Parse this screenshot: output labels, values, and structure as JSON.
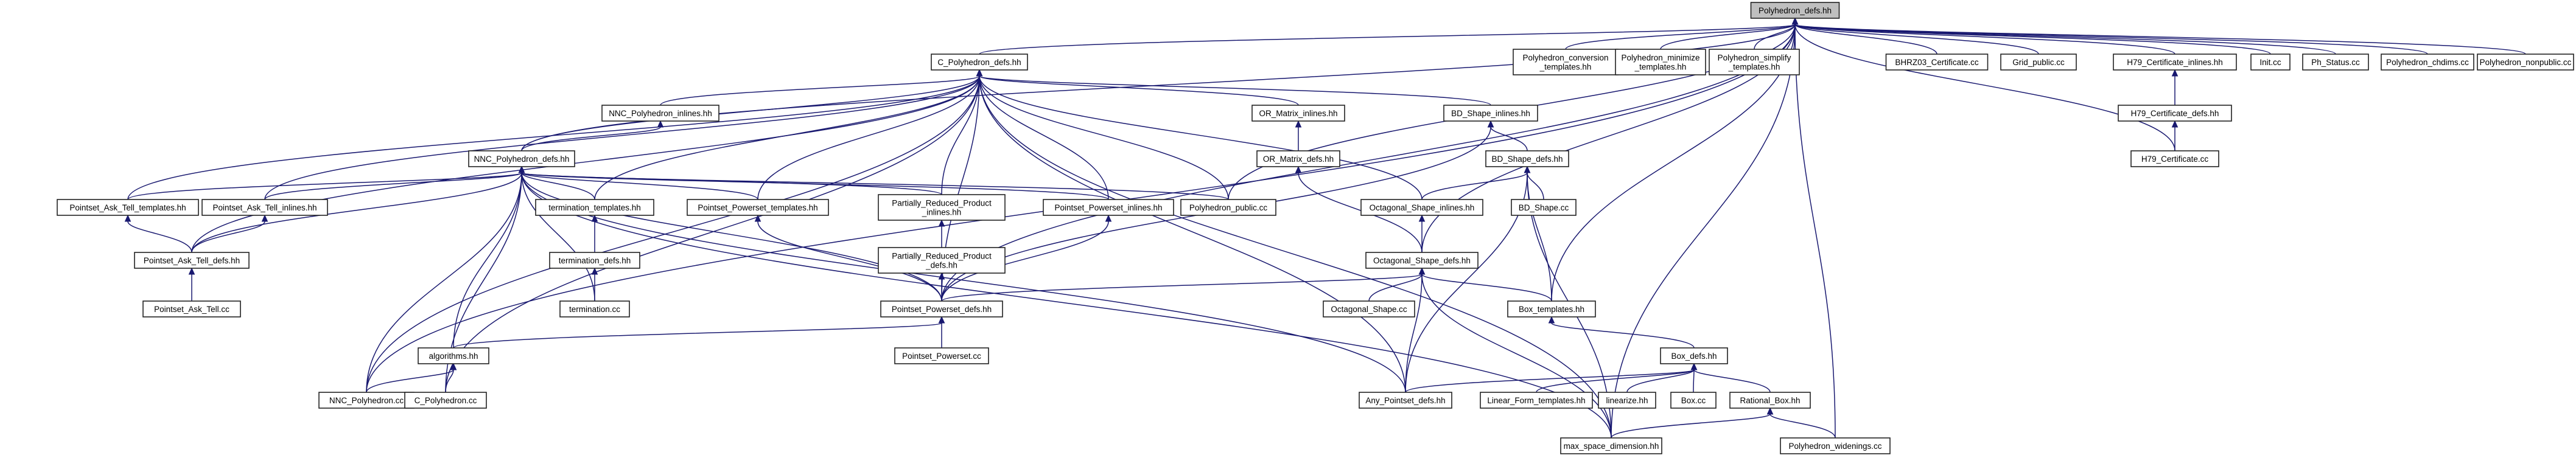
{
  "diagram": {
    "nodes": [
      {
        "id": "n_polyhedron_defs",
        "label": [
          "Polyhedron_defs.hh"
        ],
        "focus": true
      },
      {
        "id": "n_c_polyhedron_defs",
        "label": [
          "C_Polyhedron_defs.hh"
        ]
      },
      {
        "id": "n_poly_conversion",
        "label": [
          "Polyhedron_conversion",
          "_templates.hh"
        ]
      },
      {
        "id": "n_poly_minimize",
        "label": [
          "Polyhedron_minimize",
          "_templates.hh"
        ]
      },
      {
        "id": "n_poly_simplify",
        "label": [
          "Polyhedron_simplify",
          "_templates.hh"
        ]
      },
      {
        "id": "n_bhrz03",
        "label": [
          "BHRZ03_Certificate.cc"
        ]
      },
      {
        "id": "n_grid_public",
        "label": [
          "Grid_public.cc"
        ]
      },
      {
        "id": "n_h79_inlines",
        "label": [
          "H79_Certificate_inlines.hh"
        ]
      },
      {
        "id": "n_init",
        "label": [
          "Init.cc"
        ]
      },
      {
        "id": "n_ph_status",
        "label": [
          "Ph_Status.cc"
        ]
      },
      {
        "id": "n_poly_chdims",
        "label": [
          "Polyhedron_chdims.cc"
        ]
      },
      {
        "id": "n_poly_nonpublic",
        "label": [
          "Polyhedron_nonpublic.cc"
        ]
      },
      {
        "id": "n_nnc_poly_inlines",
        "label": [
          "NNC_Polyhedron_inlines.hh"
        ]
      },
      {
        "id": "n_or_matrix_inlines",
        "label": [
          "OR_Matrix_inlines.hh"
        ]
      },
      {
        "id": "n_bd_shape_inlines",
        "label": [
          "BD_Shape_inlines.hh"
        ]
      },
      {
        "id": "n_h79_defs",
        "label": [
          "H79_Certificate_defs.hh"
        ]
      },
      {
        "id": "n_nnc_poly_defs",
        "label": [
          "NNC_Polyhedron_defs.hh"
        ]
      },
      {
        "id": "n_or_matrix_defs",
        "label": [
          "OR_Matrix_defs.hh"
        ]
      },
      {
        "id": "n_bd_shape_defs",
        "label": [
          "BD_Shape_defs.hh"
        ]
      },
      {
        "id": "n_h79_cert",
        "label": [
          "H79_Certificate.cc"
        ]
      },
      {
        "id": "n_pat_templates",
        "label": [
          "Pointset_Ask_Tell_templates.hh"
        ]
      },
      {
        "id": "n_pat_inlines",
        "label": [
          "Pointset_Ask_Tell_inlines.hh"
        ]
      },
      {
        "id": "n_term_templates",
        "label": [
          "termination_templates.hh"
        ]
      },
      {
        "id": "n_pp_templates",
        "label": [
          "Pointset_Powerset_templates.hh"
        ]
      },
      {
        "id": "n_prp_inlines",
        "label": [
          "Partially_Reduced_Product",
          "_inlines.hh"
        ]
      },
      {
        "id": "n_pp_inlines",
        "label": [
          "Pointset_Powerset_inlines.hh"
        ]
      },
      {
        "id": "n_poly_public",
        "label": [
          "Polyhedron_public.cc"
        ]
      },
      {
        "id": "n_oct_inlines",
        "label": [
          "Octagonal_Shape_inlines.hh"
        ]
      },
      {
        "id": "n_bd_shape_cc",
        "label": [
          "BD_Shape.cc"
        ]
      },
      {
        "id": "n_pat_defs",
        "label": [
          "Pointset_Ask_Tell_defs.hh"
        ]
      },
      {
        "id": "n_term_defs",
        "label": [
          "termination_defs.hh"
        ]
      },
      {
        "id": "n_prp_defs",
        "label": [
          "Partially_Reduced_Product",
          "_defs.hh"
        ]
      },
      {
        "id": "n_oct_defs",
        "label": [
          "Octagonal_Shape_defs.hh"
        ]
      },
      {
        "id": "n_pat_cc",
        "label": [
          "Pointset_Ask_Tell.cc"
        ]
      },
      {
        "id": "n_termination_cc",
        "label": [
          "termination.cc"
        ]
      },
      {
        "id": "n_pp_defs",
        "label": [
          "Pointset_Powerset_defs.hh"
        ]
      },
      {
        "id": "n_oct_cc",
        "label": [
          "Octagonal_Shape.cc"
        ]
      },
      {
        "id": "n_box_templates",
        "label": [
          "Box_templates.hh"
        ]
      },
      {
        "id": "n_algorithms",
        "label": [
          "algorithms.hh"
        ]
      },
      {
        "id": "n_pp_cc",
        "label": [
          "Pointset_Powerset.cc"
        ]
      },
      {
        "id": "n_box_defs",
        "label": [
          "Box_defs.hh"
        ]
      },
      {
        "id": "n_nnc_poly_cc",
        "label": [
          "NNC_Polyhedron.cc"
        ]
      },
      {
        "id": "n_c_poly_cc",
        "label": [
          "C_Polyhedron.cc"
        ]
      },
      {
        "id": "n_any_pointset",
        "label": [
          "Any_Pointset_defs.hh"
        ]
      },
      {
        "id": "n_linear_form",
        "label": [
          "Linear_Form_templates.hh"
        ]
      },
      {
        "id": "n_linearize",
        "label": [
          "linearize.hh"
        ]
      },
      {
        "id": "n_box_cc",
        "label": [
          "Box.cc"
        ]
      },
      {
        "id": "n_rational_box",
        "label": [
          "Rational_Box.hh"
        ]
      },
      {
        "id": "n_max_space",
        "label": [
          "max_space_dimension.hh"
        ]
      },
      {
        "id": "n_poly_widenings",
        "label": [
          "Polyhedron_widenings.cc"
        ]
      }
    ],
    "edges": [
      [
        "n_c_polyhedron_defs",
        "n_polyhedron_defs"
      ],
      [
        "n_poly_conversion",
        "n_polyhedron_defs"
      ],
      [
        "n_poly_minimize",
        "n_polyhedron_defs"
      ],
      [
        "n_poly_simplify",
        "n_polyhedron_defs"
      ],
      [
        "n_bhrz03",
        "n_polyhedron_defs"
      ],
      [
        "n_grid_public",
        "n_polyhedron_defs"
      ],
      [
        "n_h79_inlines",
        "n_polyhedron_defs"
      ],
      [
        "n_init",
        "n_polyhedron_defs"
      ],
      [
        "n_ph_status",
        "n_polyhedron_defs"
      ],
      [
        "n_poly_chdims",
        "n_polyhedron_defs"
      ],
      [
        "n_poly_nonpublic",
        "n_polyhedron_defs"
      ],
      [
        "n_nnc_poly_defs",
        "n_polyhedron_defs"
      ],
      [
        "n_h79_cert",
        "n_polyhedron_defs"
      ],
      [
        "n_box_templates",
        "n_polyhedron_defs"
      ],
      [
        "n_pp_defs",
        "n_polyhedron_defs"
      ],
      [
        "n_oct_defs",
        "n_polyhedron_defs"
      ],
      [
        "n_poly_public",
        "n_polyhedron_defs"
      ],
      [
        "n_max_space",
        "n_polyhedron_defs"
      ],
      [
        "n_poly_widenings",
        "n_polyhedron_defs"
      ],
      [
        "n_nnc_poly_cc",
        "n_polyhedron_defs"
      ],
      [
        "n_nnc_poly_inlines",
        "n_c_polyhedron_defs"
      ],
      [
        "n_or_matrix_inlines",
        "n_c_polyhedron_defs"
      ],
      [
        "n_bd_shape_inlines",
        "n_c_polyhedron_defs"
      ],
      [
        "n_nnc_poly_defs",
        "n_c_polyhedron_defs"
      ],
      [
        "n_pat_templates",
        "n_c_polyhedron_defs"
      ],
      [
        "n_pat_inlines",
        "n_c_polyhedron_defs"
      ],
      [
        "n_pat_defs",
        "n_c_polyhedron_defs"
      ],
      [
        "n_term_templates",
        "n_c_polyhedron_defs"
      ],
      [
        "n_pp_templates",
        "n_c_polyhedron_defs"
      ],
      [
        "n_prp_inlines",
        "n_c_polyhedron_defs"
      ],
      [
        "n_pp_inlines",
        "n_c_polyhedron_defs"
      ],
      [
        "n_poly_public",
        "n_c_polyhedron_defs"
      ],
      [
        "n_oct_inlines",
        "n_c_polyhedron_defs"
      ],
      [
        "n_pp_defs",
        "n_c_polyhedron_defs"
      ],
      [
        "n_c_poly_cc",
        "n_c_polyhedron_defs"
      ],
      [
        "n_any_pointset",
        "n_c_polyhedron_defs"
      ],
      [
        "n_max_space",
        "n_c_polyhedron_defs"
      ],
      [
        "n_nnc_poly_cc",
        "n_c_polyhedron_defs"
      ],
      [
        "n_nnc_poly_defs",
        "n_nnc_poly_inlines"
      ],
      [
        "n_or_matrix_defs",
        "n_or_matrix_inlines"
      ],
      [
        "n_bd_shape_defs",
        "n_bd_shape_inlines"
      ],
      [
        "n_pp_defs",
        "n_bd_shape_inlines"
      ],
      [
        "n_h79_defs",
        "n_h79_inlines"
      ],
      [
        "n_h79_cert",
        "n_h79_defs"
      ],
      [
        "n_oct_defs",
        "n_or_matrix_defs"
      ],
      [
        "n_oct_inlines",
        "n_bd_shape_defs"
      ],
      [
        "n_bd_shape_cc",
        "n_bd_shape_defs"
      ],
      [
        "n_box_templates",
        "n_bd_shape_defs"
      ],
      [
        "n_any_pointset",
        "n_bd_shape_defs"
      ],
      [
        "n_max_space",
        "n_bd_shape_defs"
      ],
      [
        "n_pat_templates",
        "n_nnc_poly_defs"
      ],
      [
        "n_pat_inlines",
        "n_nnc_poly_defs"
      ],
      [
        "n_pat_defs",
        "n_nnc_poly_defs"
      ],
      [
        "n_term_templates",
        "n_nnc_poly_defs"
      ],
      [
        "n_pp_templates",
        "n_nnc_poly_defs"
      ],
      [
        "n_prp_inlines",
        "n_nnc_poly_defs"
      ],
      [
        "n_pp_inlines",
        "n_nnc_poly_defs"
      ],
      [
        "n_poly_public",
        "n_nnc_poly_defs"
      ],
      [
        "n_termination_cc",
        "n_nnc_poly_defs"
      ],
      [
        "n_algorithms",
        "n_nnc_poly_defs"
      ],
      [
        "n_nnc_poly_cc",
        "n_nnc_poly_defs"
      ],
      [
        "n_c_poly_cc",
        "n_nnc_poly_defs"
      ],
      [
        "n_any_pointset",
        "n_nnc_poly_defs"
      ],
      [
        "n_max_space",
        "n_nnc_poly_defs"
      ],
      [
        "n_pp_defs",
        "n_nnc_poly_defs"
      ],
      [
        "n_pat_defs",
        "n_pat_templates"
      ],
      [
        "n_pat_defs",
        "n_pat_inlines"
      ],
      [
        "n_pat_cc",
        "n_pat_defs"
      ],
      [
        "n_term_defs",
        "n_term_templates"
      ],
      [
        "n_termination_cc",
        "n_term_defs"
      ],
      [
        "n_pp_defs",
        "n_pp_templates"
      ],
      [
        "n_prp_defs",
        "n_prp_inlines"
      ],
      [
        "n_pp_defs",
        "n_prp_defs"
      ],
      [
        "n_pp_defs",
        "n_pp_inlines"
      ],
      [
        "n_oct_defs",
        "n_oct_inlines"
      ],
      [
        "n_pp_defs",
        "n_oct_defs"
      ],
      [
        "n_oct_cc",
        "n_oct_defs"
      ],
      [
        "n_box_templates",
        "n_oct_defs"
      ],
      [
        "n_any_pointset",
        "n_oct_defs"
      ],
      [
        "n_max_space",
        "n_oct_defs"
      ],
      [
        "n_pp_cc",
        "n_pp_defs"
      ],
      [
        "n_algorithms",
        "n_pp_defs"
      ],
      [
        "n_nnc_poly_cc",
        "n_algorithms"
      ],
      [
        "n_c_poly_cc",
        "n_algorithms"
      ],
      [
        "n_box_defs",
        "n_box_templates"
      ],
      [
        "n_any_pointset",
        "n_box_defs"
      ],
      [
        "n_linear_form",
        "n_box_defs"
      ],
      [
        "n_linearize",
        "n_box_defs"
      ],
      [
        "n_box_cc",
        "n_box_defs"
      ],
      [
        "n_rational_box",
        "n_box_defs"
      ],
      [
        "n_max_space",
        "n_rational_box"
      ],
      [
        "n_poly_widenings",
        "n_rational_box"
      ]
    ]
  }
}
